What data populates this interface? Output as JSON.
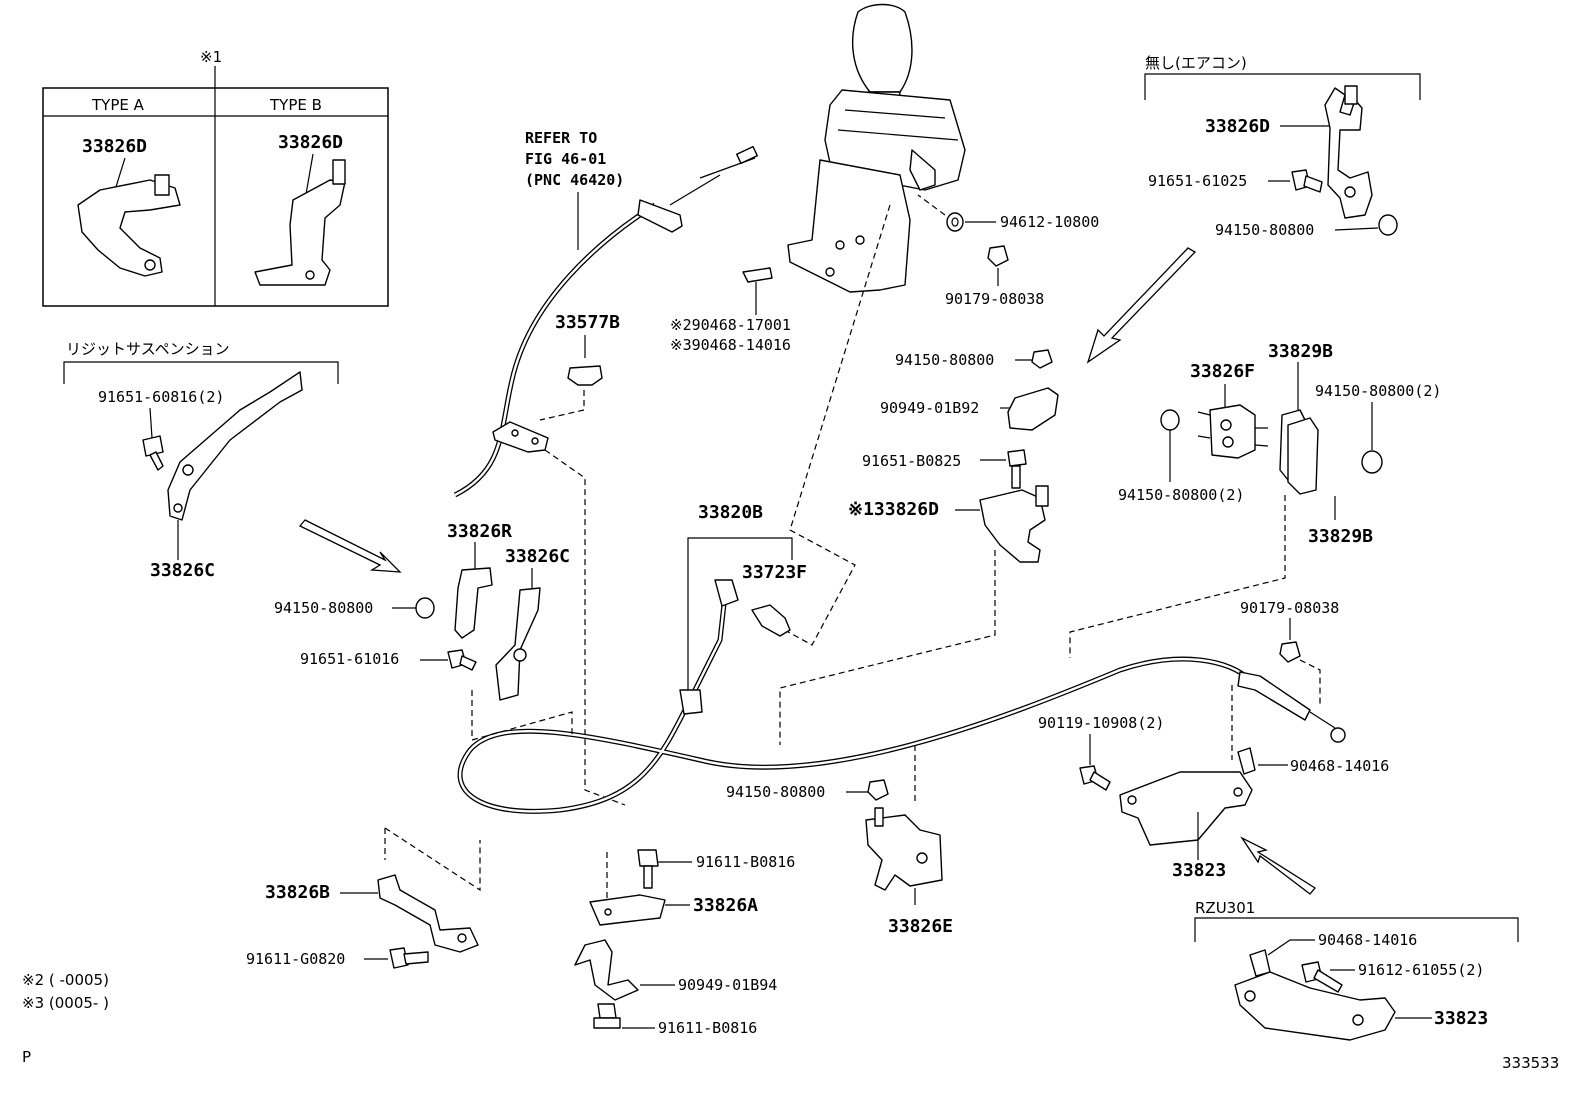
{
  "inset": {
    "note_mark": "※1",
    "type_a": "TYPE A",
    "type_b": "TYPE B",
    "type_a_part": "33826D",
    "type_b_part": "33826D"
  },
  "groups": {
    "rigid_suspension": "リジットサスペンション",
    "no_aircon": "無し(エアコン)",
    "rzu301": "RZU301"
  },
  "refer": {
    "line1": "REFER TO",
    "line2": "FIG 46-01",
    "line3": "(PNC 46420)"
  },
  "parts": {
    "p_33826C_top": "33826C",
    "p_91651_60816": "91651-60816(2)",
    "p_33577B": "33577B",
    "p_90468_17001": "※290468-17001",
    "p_90468_14016_a": "※390468-14016",
    "p_94612_10800": "94612-10800",
    "p_90179_08038_top": "90179-08038",
    "p_33826D_right": "33826D",
    "p_91651_61025": "91651-61025",
    "p_94150_80800_tr": "94150-80800",
    "p_94150_80800_mid": "94150-80800",
    "p_90949_01B92": "90949-01B92",
    "p_91651_B0825": "91651-B0825",
    "p_33826D_mark": "※133826D",
    "p_33829B_top": "33829B",
    "p_33826F": "33826F",
    "p_94150_80800_2_r": "94150-80800(2)",
    "p_94150_80800_2_l": "94150-80800(2)",
    "p_33829B_bottom": "33829B",
    "p_33826R": "33826R",
    "p_33826C_mid": "33826C",
    "p_94150_80800_left": "94150-80800",
    "p_91651_61016": "91651-61016",
    "p_33820B": "33820B",
    "p_33723F": "33723F",
    "p_90179_08038_right": "90179-08038",
    "p_90119_10908": "90119-10908(2)",
    "p_90468_14016_b": "90468-14016",
    "p_94150_80800_bottom": "94150-80800",
    "p_33823_top": "33823",
    "p_91611_B0816_a": "91611-B0816",
    "p_33826A": "33826A",
    "p_33826E": "33826E",
    "p_33826B": "33826B",
    "p_91611_G0820": "91611-G0820",
    "p_90949_01B94": "90949-01B94",
    "p_91611_B0816_b": "91611-B0816",
    "p_90468_14016_c": "90468-14016",
    "p_91612_61055": "91612-61055(2)",
    "p_33823_bottom": "33823"
  },
  "footnotes": {
    "note2": "※2 (     -0005)",
    "note3": "※3 (0005-     )"
  },
  "corner": {
    "page_mark": "P",
    "illustration_no": "333533"
  }
}
